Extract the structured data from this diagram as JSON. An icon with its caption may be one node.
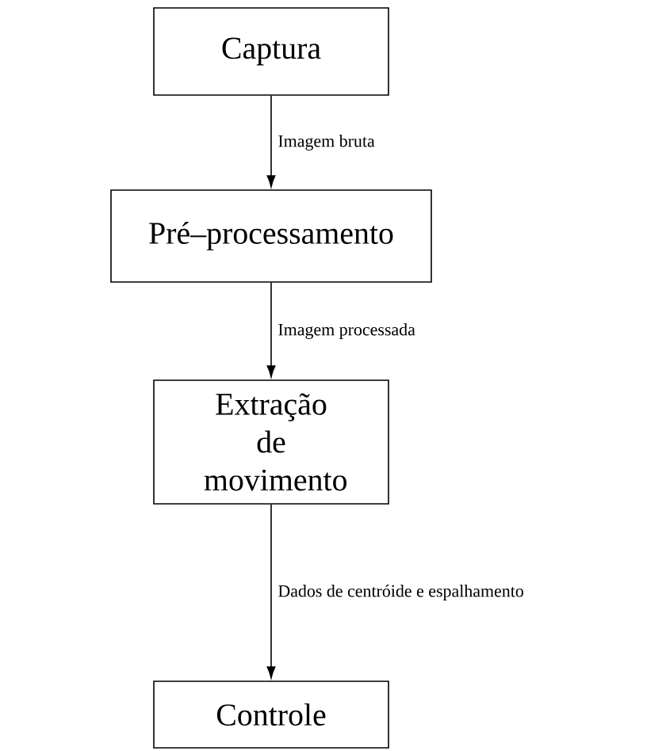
{
  "diagram": {
    "nodes": [
      {
        "text": [
          "Captura"
        ]
      },
      {
        "text": [
          "Pré–processamento"
        ]
      },
      {
        "text": [
          "Extração de movimento"
        ]
      },
      {
        "text": [
          "Controle"
        ]
      }
    ],
    "edges": [
      {
        "from": 0,
        "to": 1,
        "arrow": "to",
        "label": "Imagem bruta"
      },
      {
        "from": 1,
        "to": 2,
        "arrow": "to",
        "label": "Imagem processada"
      },
      {
        "from": 2,
        "to": 3,
        "arrow": "to",
        "label": "Dados de centróide e espalhamento"
      }
    ]
  }
}
